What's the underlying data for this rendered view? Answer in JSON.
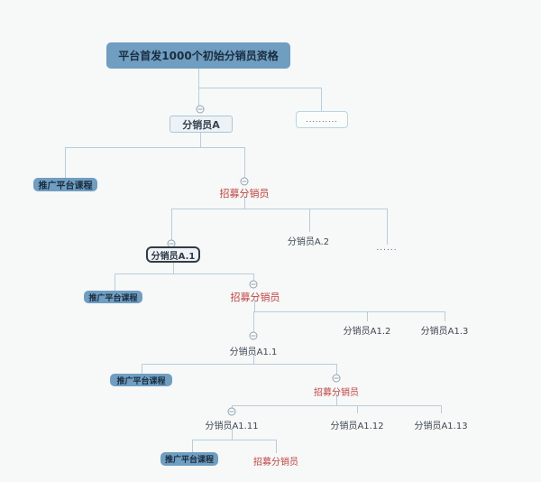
{
  "palette": {
    "background": "#f7f8f8",
    "node_blue": "#6f9ec1",
    "node_blue_text": "#1a2d3e",
    "light_node_bg": "#edf2f6",
    "light_node_border": "#aac8d8",
    "selected_border": "#333b44",
    "red_text": "#c2423e",
    "plain_text": "#3d4852",
    "line": "#b6cedb",
    "circle_border": "#8da2ae",
    "ellipsis_box_bg": "#fbfdfd",
    "ellipsis_box_border": "#b8d6e2"
  },
  "diagram": {
    "root": {
      "label": "平台首发1000个初始分销员资格"
    },
    "level1": {
      "distributor_a": {
        "label": "分销员A"
      },
      "others_collapsed": {
        "label": ".........."
      },
      "promote_course": {
        "label": "推广平台课程"
      },
      "recruit": {
        "label": "招募分销员"
      }
    },
    "level2": {
      "a1": {
        "label": "分销员A.1",
        "selected": true
      },
      "a2": {
        "label": "分销员A.2"
      },
      "more": {
        "label": "......"
      },
      "promote_course": {
        "label": "推广平台课程"
      },
      "recruit": {
        "label": "招募分销员"
      }
    },
    "level3": {
      "a11": {
        "label": "分销员A1.1"
      },
      "a12": {
        "label": "分销员A1.2"
      },
      "a13": {
        "label": "分销员A1.3"
      },
      "promote_course": {
        "label": "推广平台课程"
      },
      "recruit": {
        "label": "招募分销员"
      }
    },
    "level4": {
      "a111": {
        "label": "分销员A1.11"
      },
      "a112": {
        "label": "分销员A1.12"
      },
      "a113": {
        "label": "分销员A1.13"
      },
      "promote_course": {
        "label": "推广平台课程"
      },
      "recruit": {
        "label": "招募分销员"
      }
    }
  }
}
